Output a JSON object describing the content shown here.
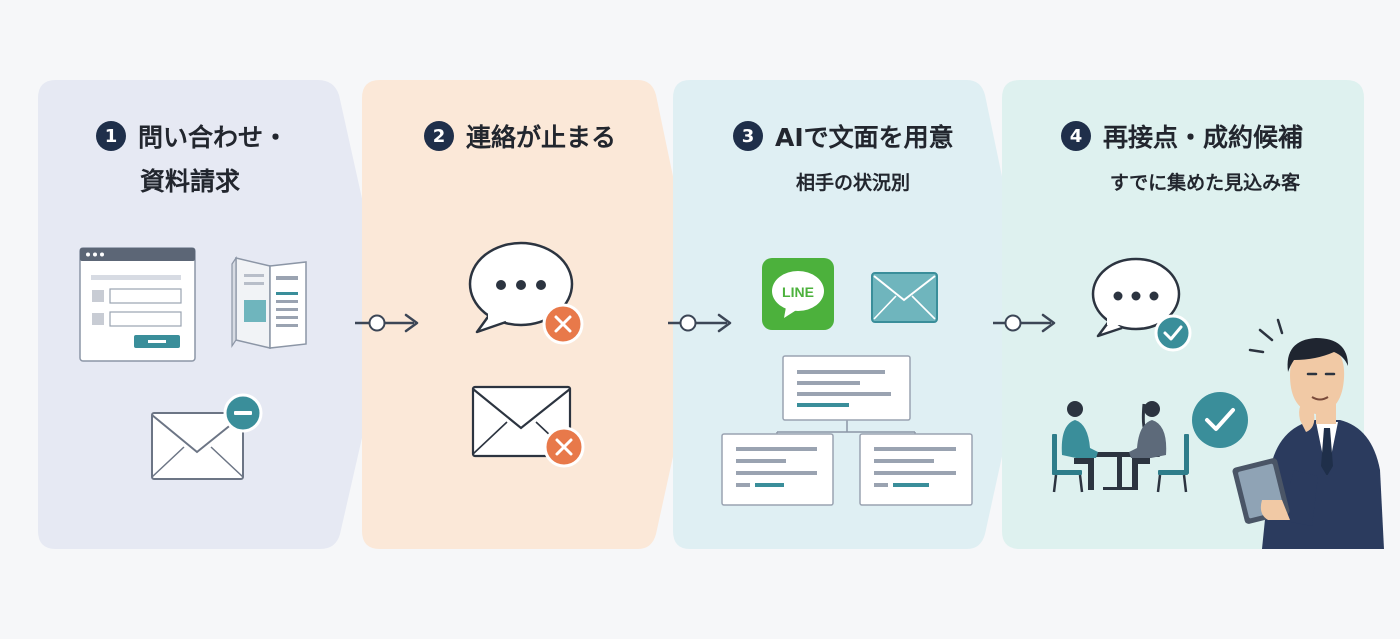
{
  "colors": {
    "panel1": "#e6e9f3",
    "panel2": "#fbe8d8",
    "panel3": "#dfeff3",
    "panel4": "#def1ef",
    "accent_teal": "#3a8e9a",
    "alert_orange": "#e8794a",
    "line_green": "#4cb13c",
    "navy": "#1f2f4a"
  },
  "steps": [
    {
      "number": "1",
      "title_line1": "問い合わせ・",
      "title_line2": "資料請求"
    },
    {
      "number": "2",
      "title": "連絡が止まる"
    },
    {
      "number": "3",
      "title": "AIで文面を用意",
      "subtitle": "相手の状況別"
    },
    {
      "number": "4",
      "title": "再接点・成約候補",
      "subtitle": "すでに集めた見込み客"
    }
  ],
  "icons": {
    "line_logo_text": "LINE"
  }
}
